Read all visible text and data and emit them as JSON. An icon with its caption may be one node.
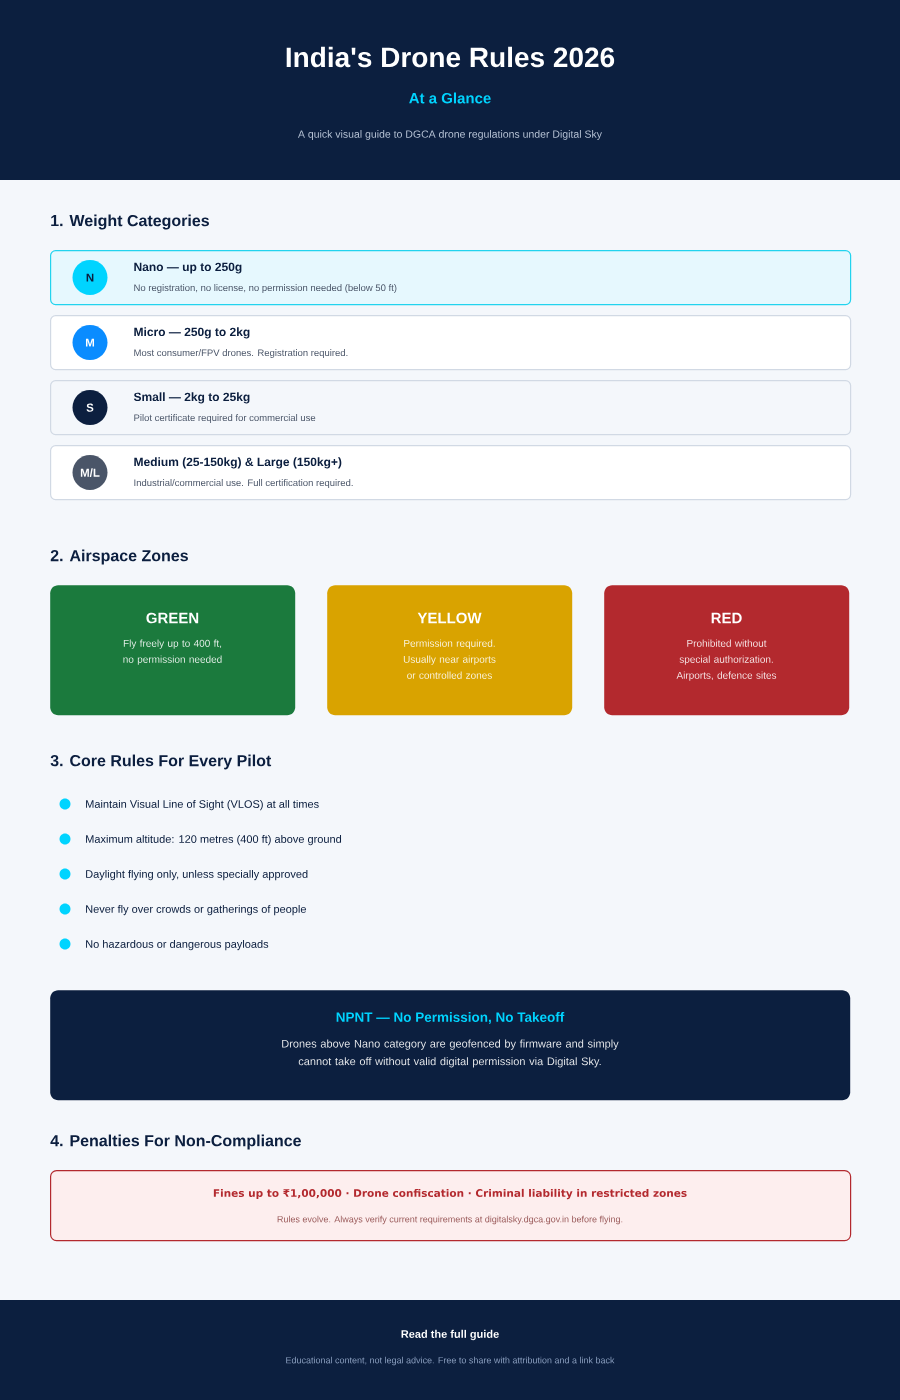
{
  "diagram": {
    "title": "India's Drone Rules 2026",
    "nodes": [
      {
        "text": [
          "Nano — up to 250g",
          "No registration, no license, no permission needed (below 50 ft)"
        ]
      },
      {
        "text": [
          "N"
        ],
        "in": 0
      },
      {
        "text": [
          "Micro — 250g to 2kg",
          "Most consumer/FPV drones. Registration required."
        ]
      },
      {
        "text": [
          "M"
        ],
        "in": 2
      },
      {
        "text": [
          "Small — 2kg to 25kg",
          "Pilot certificate required for commercial use"
        ]
      },
      {
        "text": [
          "S"
        ],
        "in": 4
      },
      {
        "text": [
          "Medium (25-150kg) & Large (150kg+)",
          "Industrial/commercial use. Full certification required."
        ]
      },
      {
        "text": [
          "M/L"
        ],
        "in": 6
      },
      {
        "text": [
          "GREEN",
          "Fly freely up to 400 ft, no permission needed"
        ]
      },
      {
        "text": [
          "YELLOW",
          "Permission required. Usually near airports or controlled zones"
        ]
      },
      {
        "text": [
          "RED",
          "Prohibited without special authorization. Airports, defence sites"
        ]
      },
      {
        "text": [
          "NPNT — No Permission, No Takeoff",
          "Drones above Nano category are geofenced by firmware and simply cannot take off without valid digital permission via Digital Sky."
        ]
      },
      {
        "text": [
          "Fines up to ₹1,00,000 · Drone confiscation · Criminal liability in restricted zones",
          "Rules evolve. Always verify current requirements at digitalsky.dgca.gov.in before flying."
        ]
      }
    ],
    "labels": [
      "At a Glance",
      "A quick visual guide to DGCA drone regulations under Digital Sky",
      "1. Weight Categories",
      "2. Airspace Zones",
      "3. Core Rules For Every Pilot",
      "Maintain Visual Line of Sight (VLOS) at all times",
      "Maximum altitude: 120 metres (400 ft) above ground",
      "Daylight flying only, unless specially approved",
      "Never fly over crowds or gatherings of people",
      "No hazardous or dangerous payloads",
      "4. Penalties For Non-Compliance",
      "Read the full guide",
      "Educational content, not legal advice. Free to share with attribution and a link back"
    ]
  }
}
